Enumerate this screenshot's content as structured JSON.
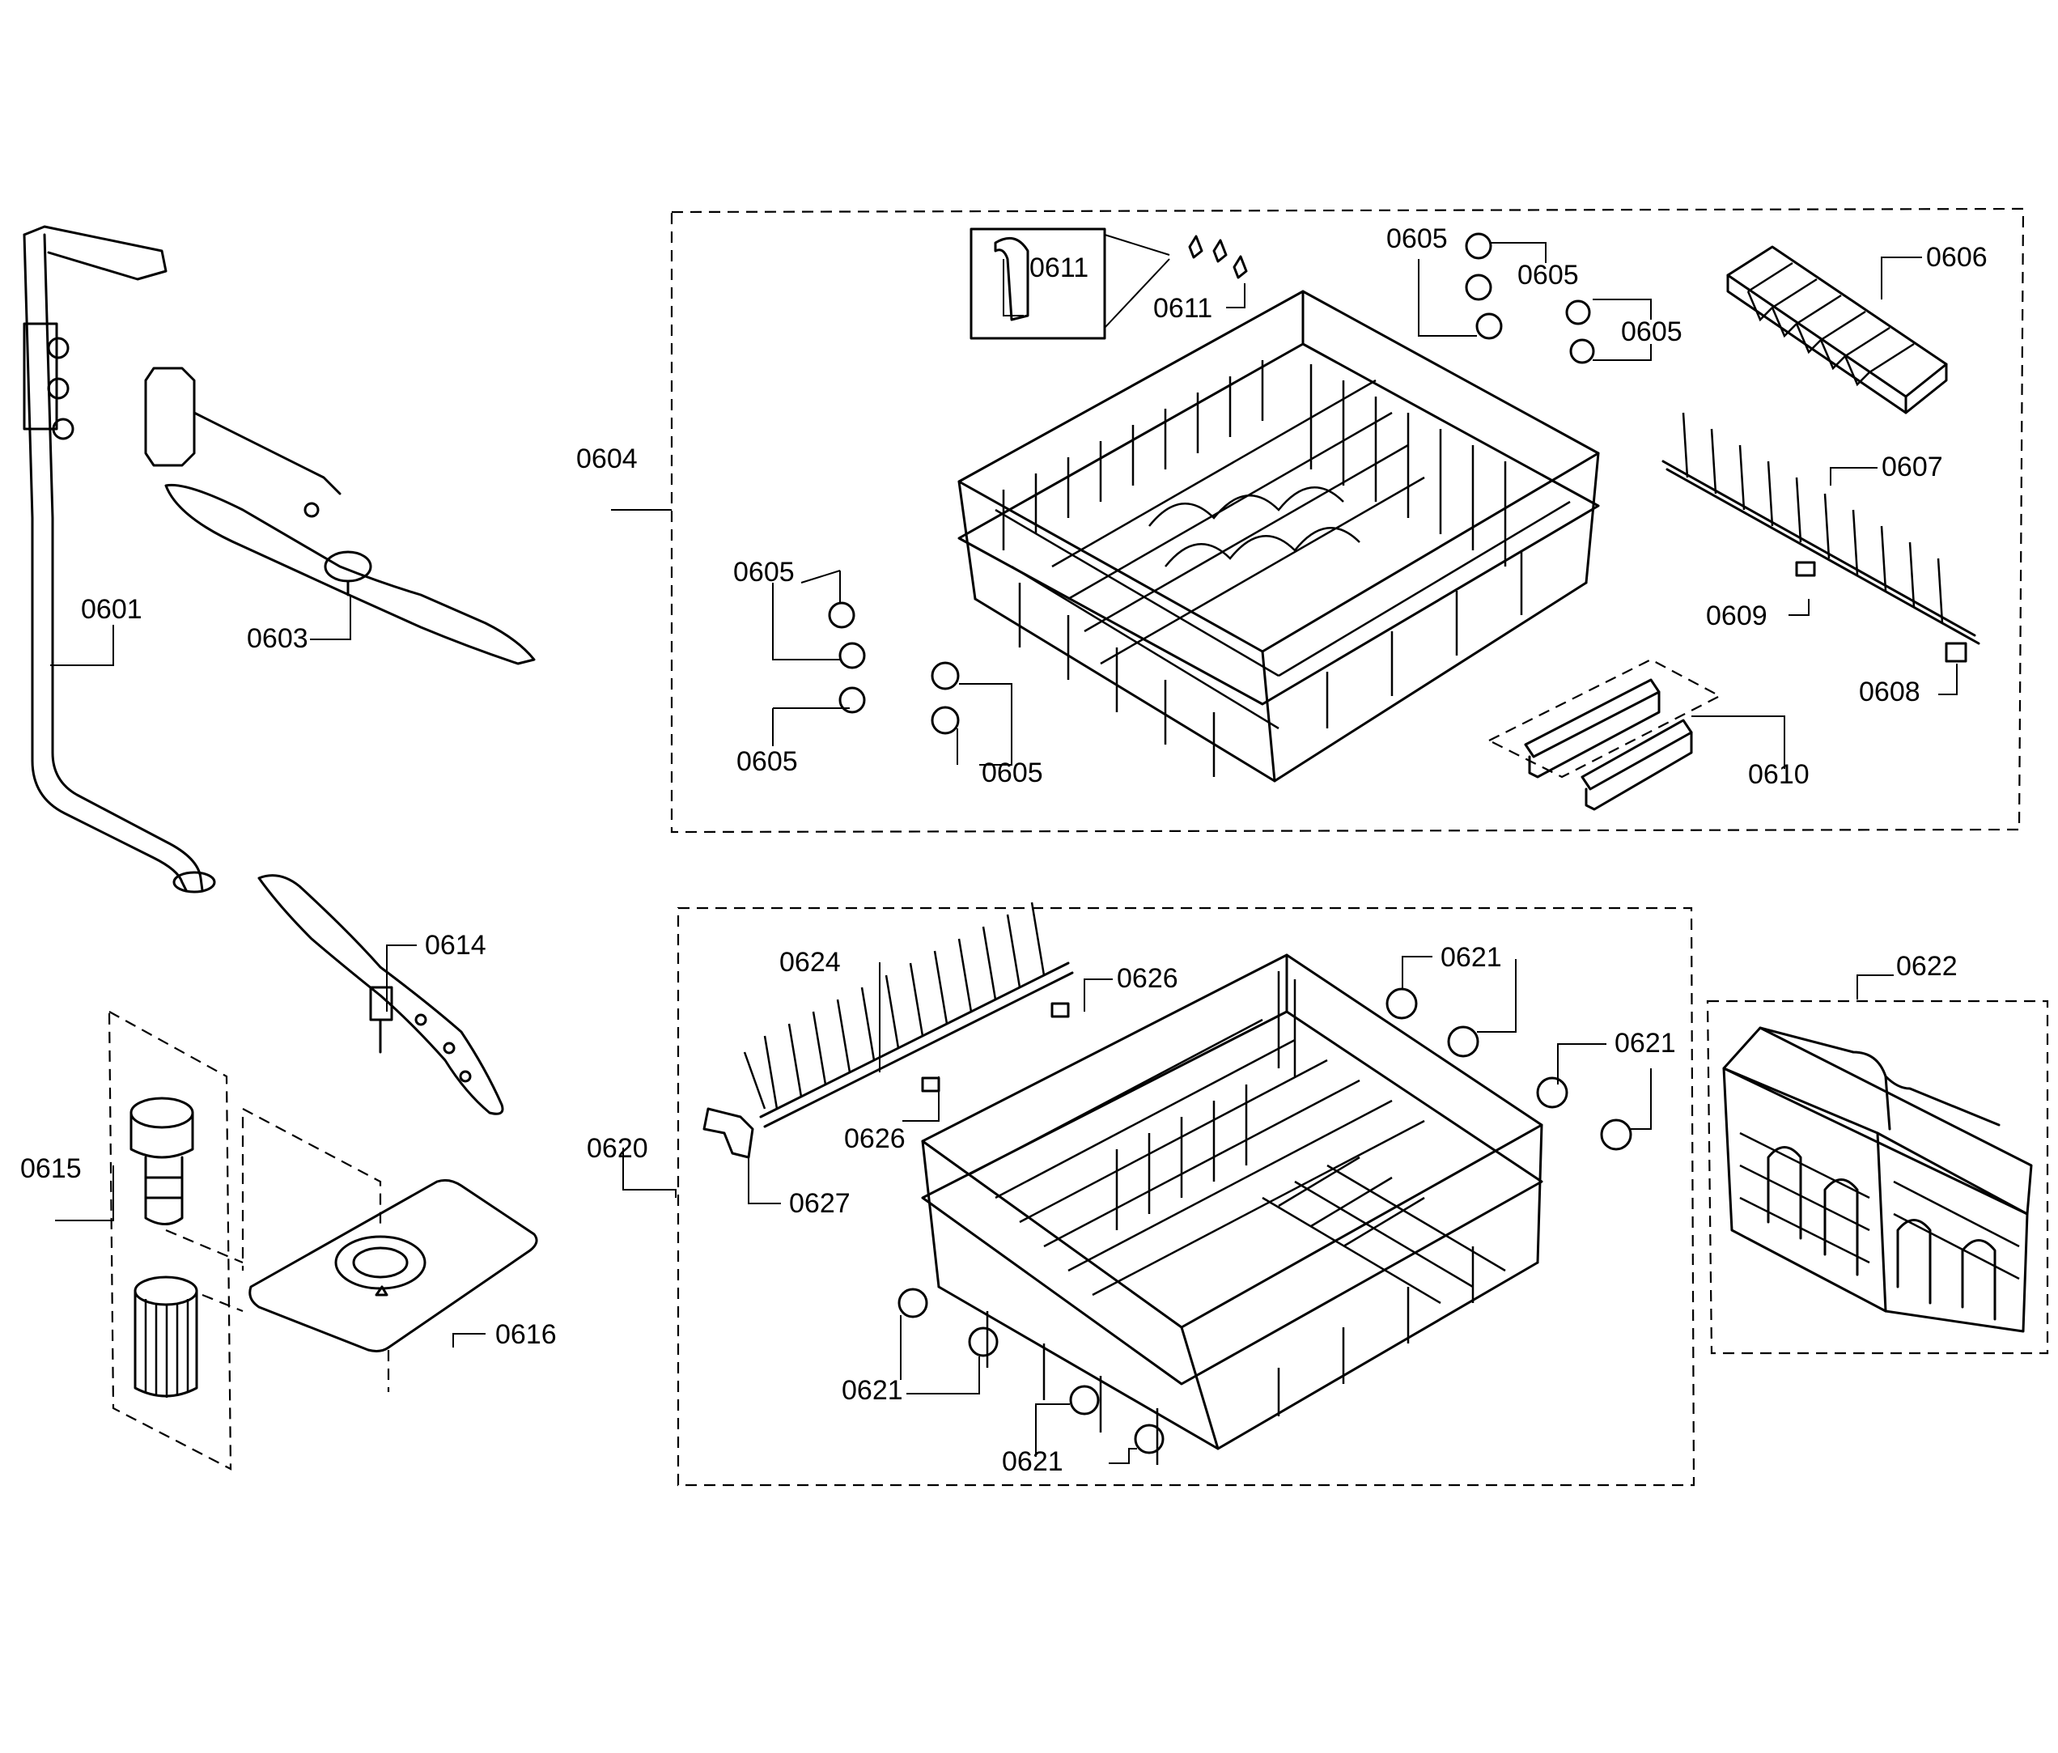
{
  "callouts": {
    "p0601": "0601",
    "p0603": "0603",
    "p0604": "0604",
    "p0605": "0605",
    "p0606": "0606",
    "p0607": "0607",
    "p0608": "0608",
    "p0609": "0609",
    "p0610": "0610",
    "p0611": "0611",
    "p0614": "0614",
    "p0615": "0615",
    "p0616": "0616",
    "p0620": "0620",
    "p0621": "0621",
    "p0622": "0622",
    "p0624": "0624",
    "p0626": "0626",
    "p0627": "0627"
  }
}
